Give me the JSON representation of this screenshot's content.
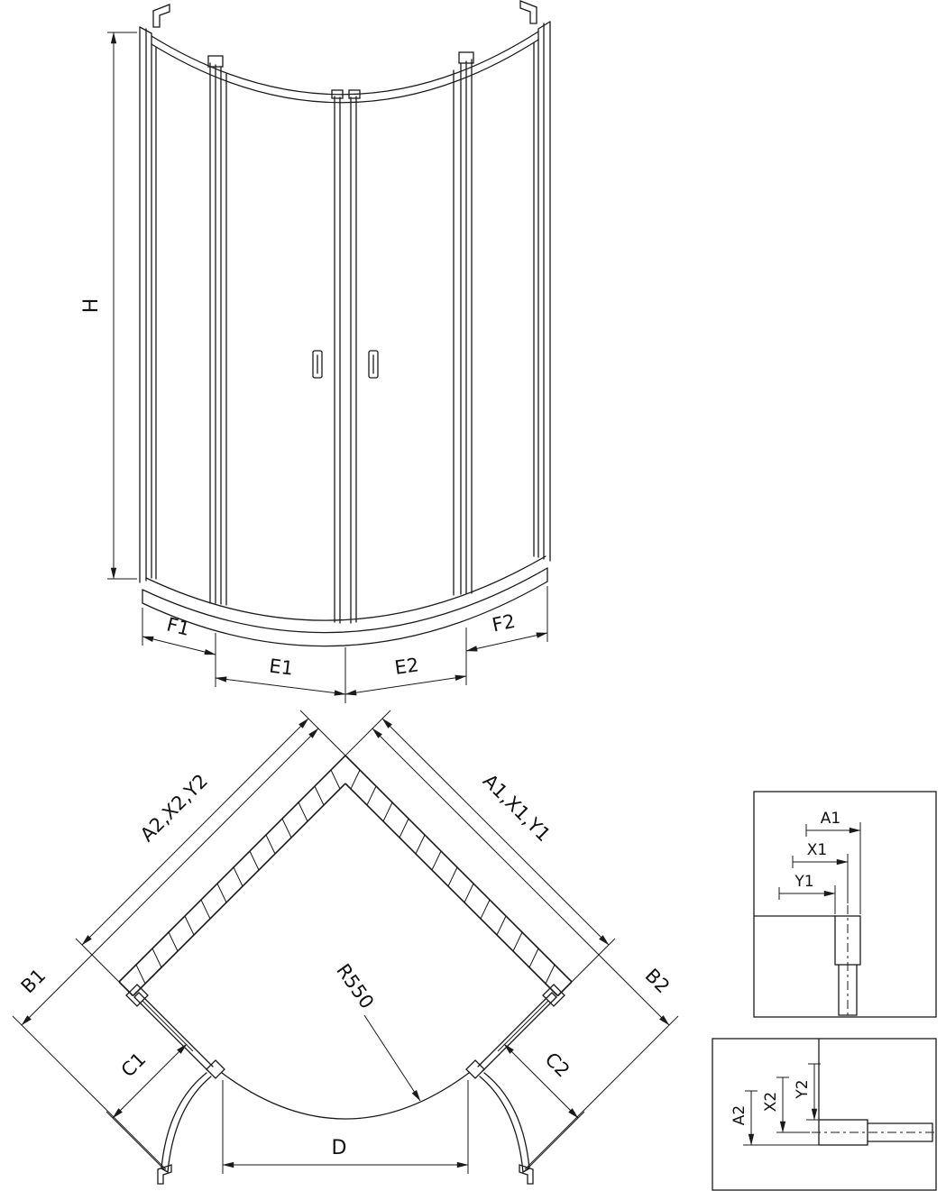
{
  "front_view": {
    "height": "H",
    "f1": "F1",
    "e1": "E1",
    "e2": "E2",
    "f2": "F2"
  },
  "plan_view": {
    "left_wall_dim": "A2,X2,Y2",
    "right_wall_dim": "A1,X1,Y1",
    "b1": "B1",
    "b2": "B2",
    "c1": "C1",
    "c2": "C2",
    "d": "D",
    "radius": "R550"
  },
  "detail_right": {
    "a1": "A1",
    "x1": "X1",
    "y1": "Y1"
  },
  "detail_bottom": {
    "a2": "A2",
    "x2": "X2",
    "y2": "Y2"
  },
  "colors": {
    "line": "#1a1a1a",
    "background": "#ffffff"
  }
}
